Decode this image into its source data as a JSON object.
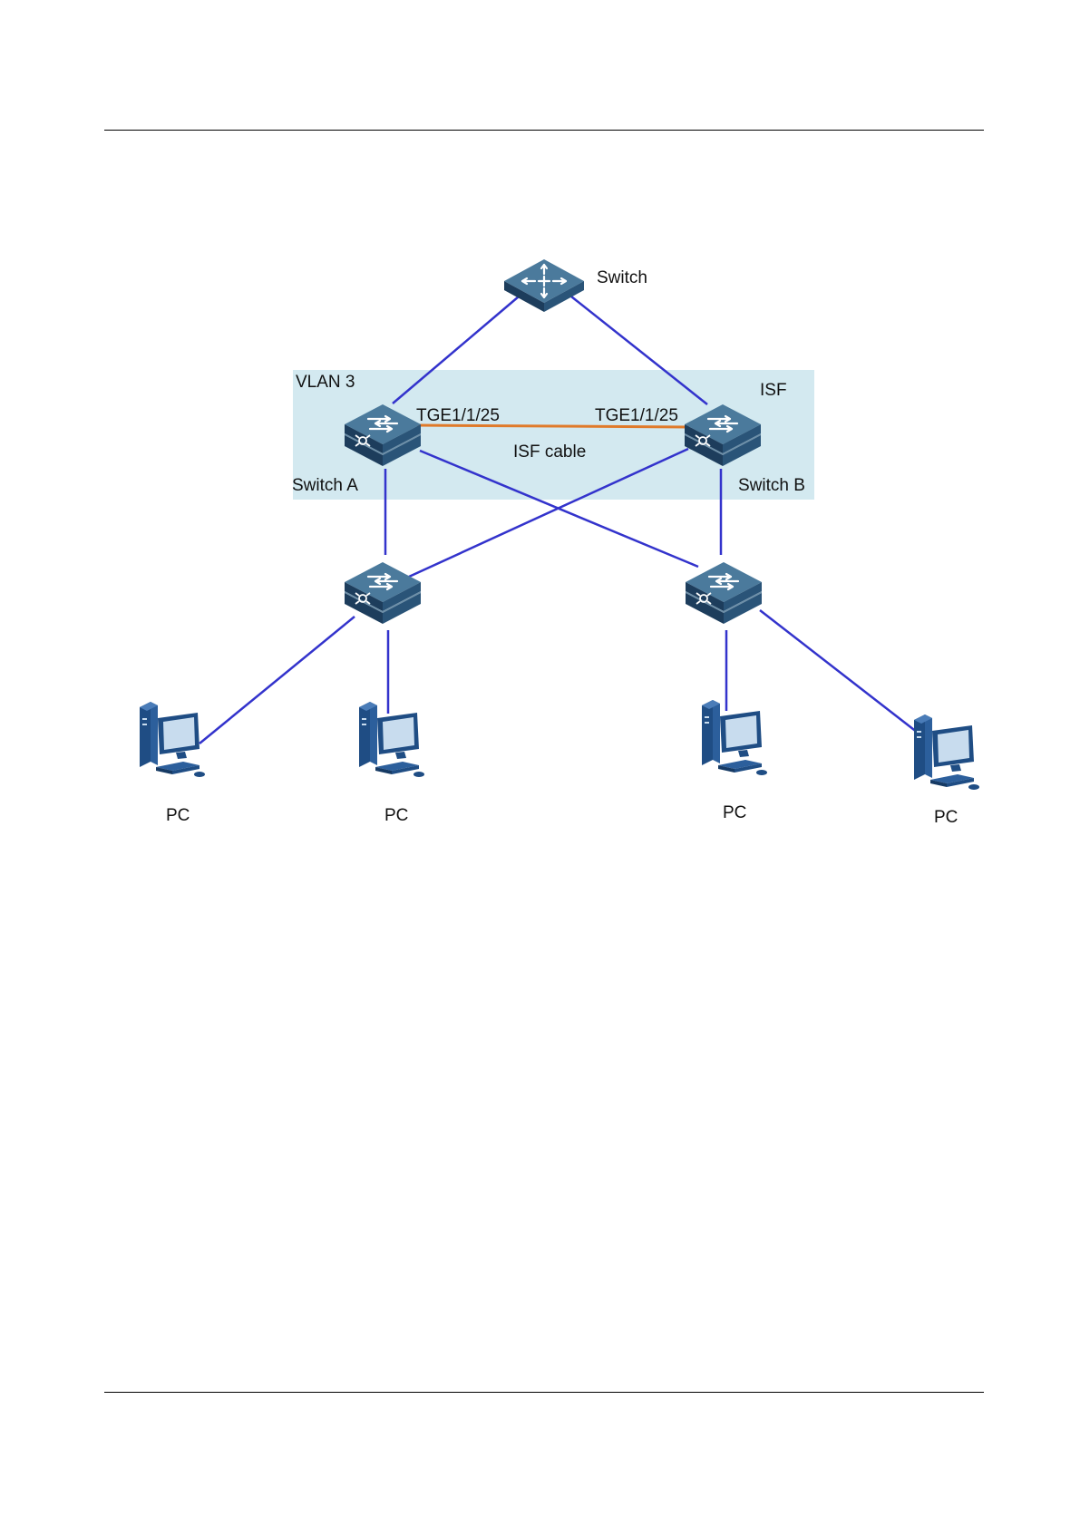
{
  "diagram": {
    "labels": {
      "top_switch": "Switch",
      "vlan": "VLAN 3",
      "isf": "ISF",
      "port_a": "TGE1/1/25",
      "port_b": "TGE1/1/25",
      "isf_cable": "ISF cable",
      "switch_a": "Switch A",
      "switch_b": "Switch B",
      "pc1": "PC",
      "pc2": "PC",
      "pc3": "PC",
      "pc4": "PC"
    },
    "colors": {
      "link": "#3333cc",
      "isf_cable": "#e07a2a",
      "isf_zone": "#d3e9f0",
      "device_top": "#4b7a9c",
      "device_side": "#1d3d5c",
      "pc_body": "#1f4d84",
      "pc_screen": "#c8dcee"
    },
    "icons": {
      "core": "core-switch-icon",
      "stack": "stack-switch-icon",
      "pc": "desktop-pc-icon"
    }
  }
}
